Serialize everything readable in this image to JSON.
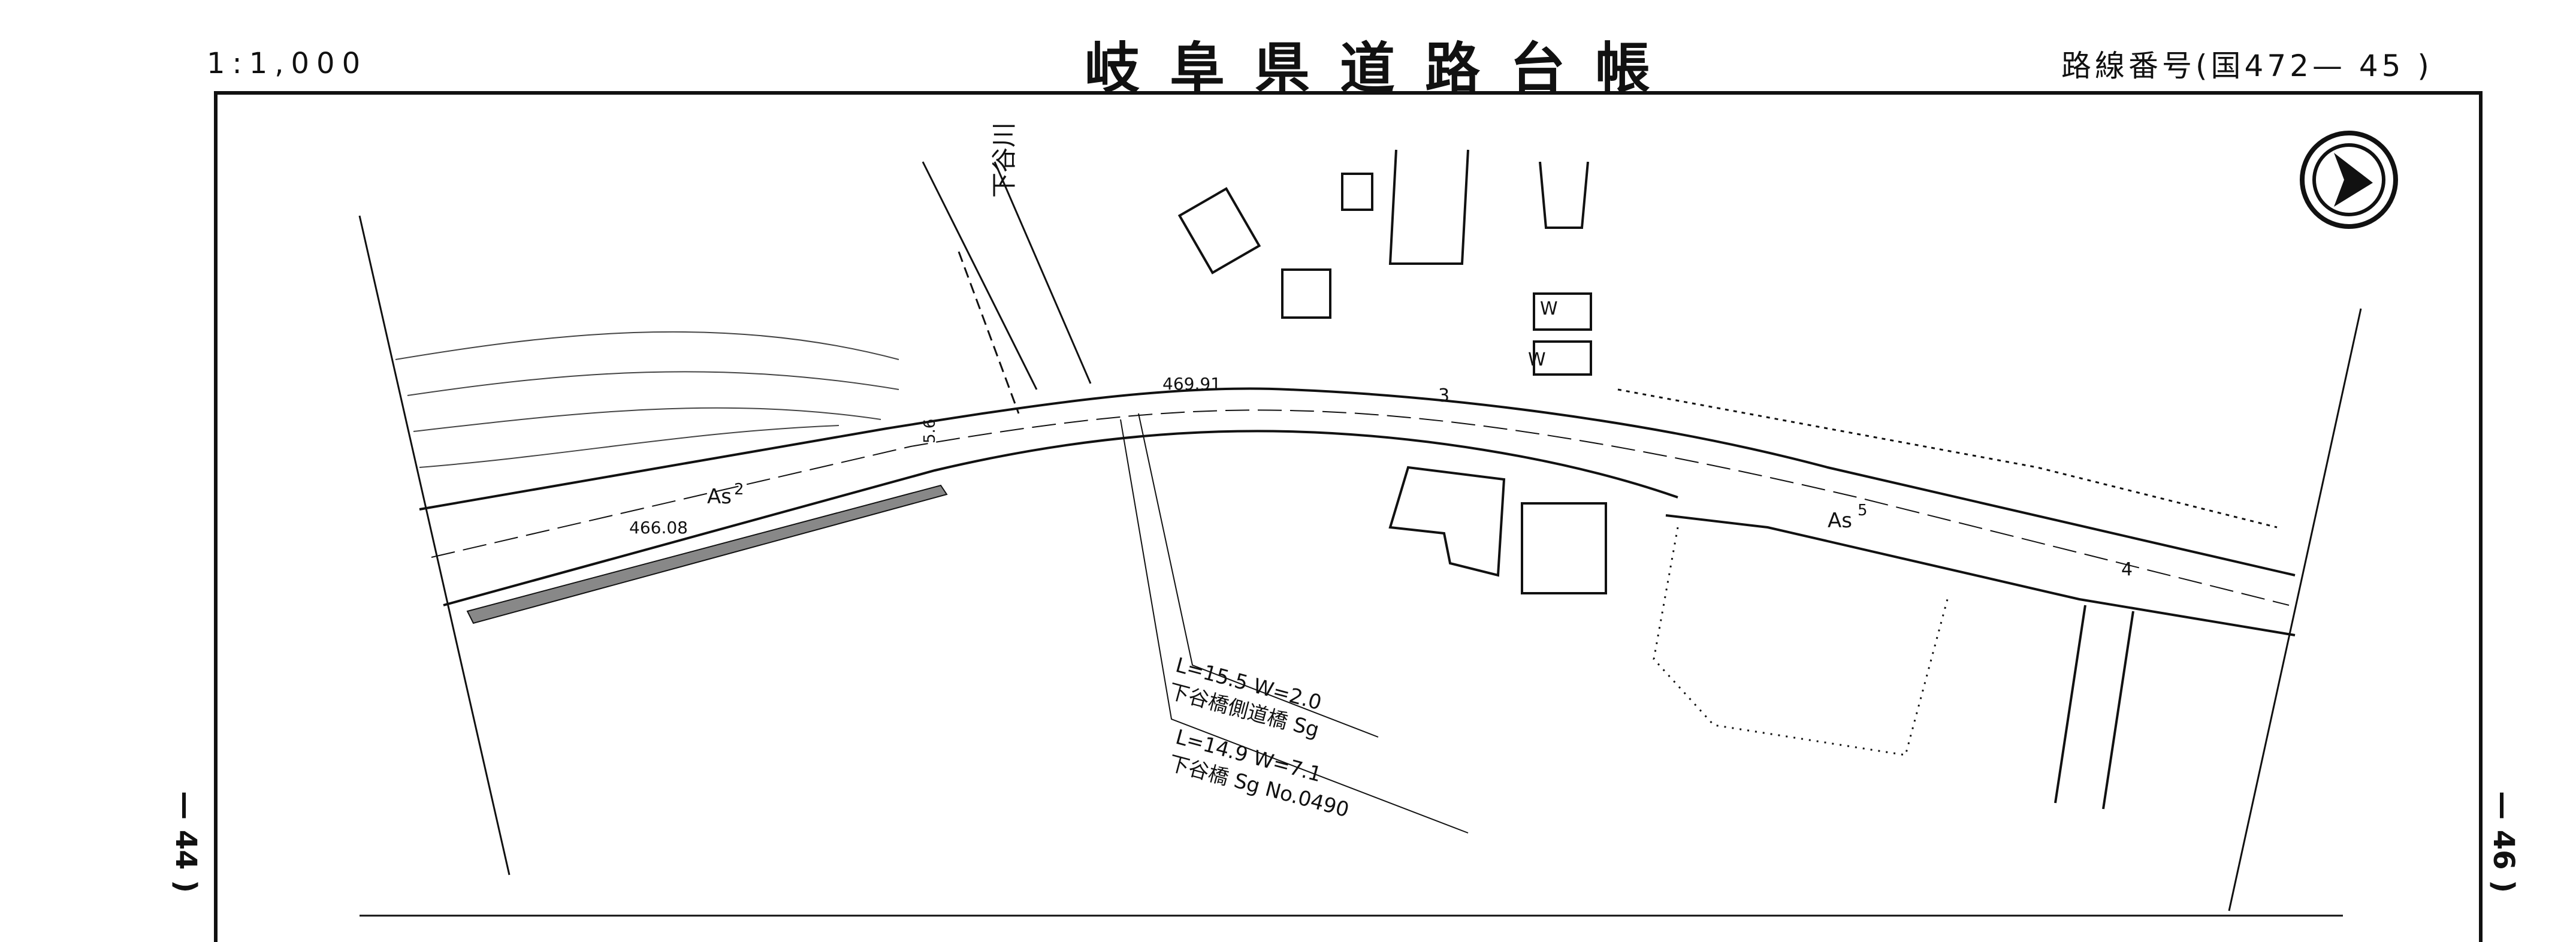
{
  "header": {
    "scale": "1:1,000",
    "title": "岐阜県道路台帳",
    "route_number": "路線番号(国472— 45 )"
  },
  "side_labels": {
    "left": "— 44 )",
    "right": "— 46 )"
  },
  "map": {
    "river_name": "下谷川",
    "elevation_1": "469.91",
    "elevation_2": "466.08",
    "bridge_1_dims": "L=15.5 W=2.0",
    "bridge_1_name": "下谷橋側道橋 Sg",
    "bridge_2_dims": "L=14.9 W=7.1",
    "bridge_2_name": "下谷橋 Sg No.0490",
    "surface_left": "As",
    "surface_left_num": "2",
    "surface_right": "As",
    "surface_right_num": "5",
    "section_left": "5.6",
    "section_mid": "3",
    "section_right": "4",
    "building_w1": "W",
    "building_w2": "W"
  }
}
